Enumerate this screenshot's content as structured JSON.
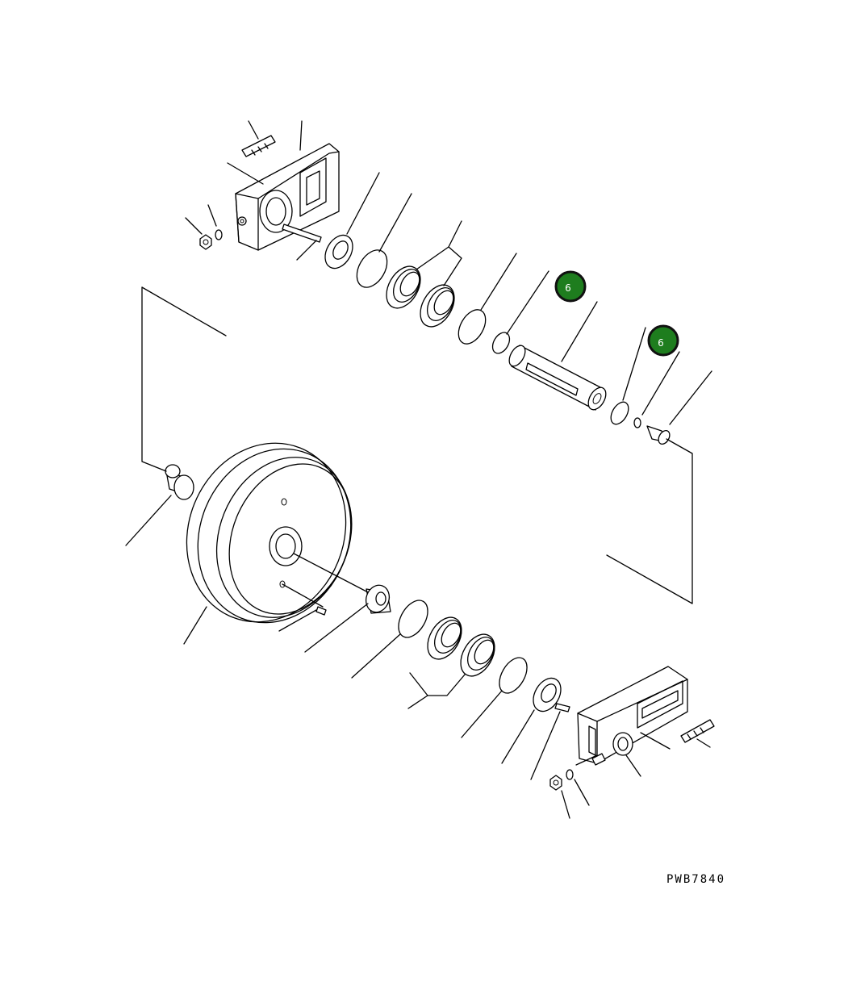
{
  "diagram": {
    "drawing_code": "PWB7840",
    "callouts": [
      {
        "label": "6",
        "fill": "#1e7d1e",
        "stroke": "#111111"
      },
      {
        "label": "6",
        "fill": "#1e7d1e",
        "stroke": "#111111"
      }
    ]
  }
}
